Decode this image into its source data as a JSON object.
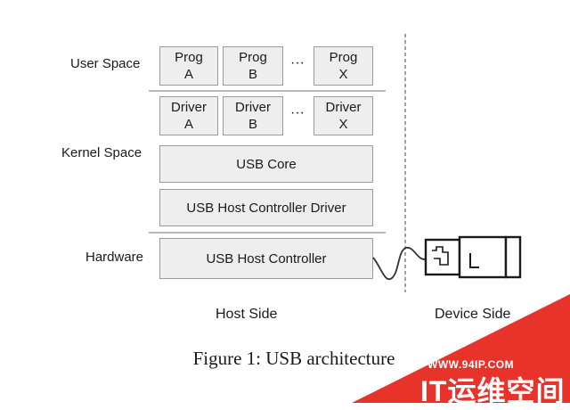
{
  "layers": {
    "user_space": "User Space",
    "kernel_space": "Kernel Space",
    "hardware": "Hardware"
  },
  "progs": [
    {
      "line1": "Prog",
      "line2": "A"
    },
    {
      "line1": "Prog",
      "line2": "B"
    },
    {
      "line1": "Prog",
      "line2": "X"
    }
  ],
  "drivers": [
    {
      "line1": "Driver",
      "line2": "A"
    },
    {
      "line1": "Driver",
      "line2": "B"
    },
    {
      "line1": "Driver",
      "line2": "X"
    }
  ],
  "ellipsis": "···",
  "usb_core": "USB Core",
  "host_controller_driver": "USB Host Controller Driver",
  "host_controller": "USB Host Controller",
  "host_side": "Host Side",
  "device_side": "Device Side",
  "caption": "Figure 1: USB architecture",
  "watermark": {
    "url": "WWW.94IP.COM",
    "title": "IT运维空间",
    "color": "#e8332a"
  }
}
